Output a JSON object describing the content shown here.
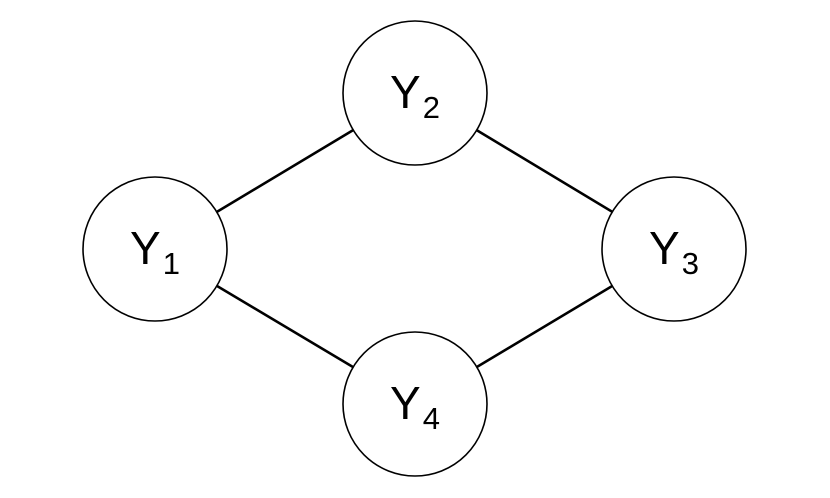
{
  "graph": {
    "nodes": [
      {
        "id": "Y1",
        "base": "Y",
        "sub": "1"
      },
      {
        "id": "Y2",
        "base": "Y",
        "sub": "2"
      },
      {
        "id": "Y3",
        "base": "Y",
        "sub": "3"
      },
      {
        "id": "Y4",
        "base": "Y",
        "sub": "4"
      }
    ],
    "edges": [
      {
        "from": "Y1",
        "to": "Y2"
      },
      {
        "from": "Y2",
        "to": "Y3"
      },
      {
        "from": "Y3",
        "to": "Y4"
      },
      {
        "from": "Y4",
        "to": "Y1"
      }
    ]
  },
  "colors": {
    "stroke": "#000000",
    "node_fill": "#ffffff",
    "background": "#ffffff"
  }
}
